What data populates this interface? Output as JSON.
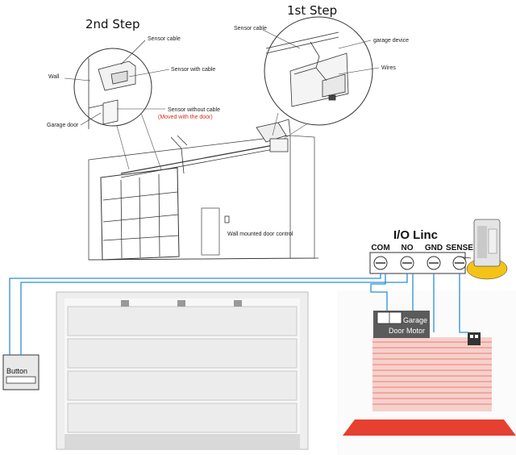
{
  "steps": {
    "step1": "1st Step",
    "step2": "2nd Step"
  },
  "detail_step2": {
    "sensor_cable": "Sensor cable",
    "sensor_with_cable": "Sensor with cable",
    "wall": "Wall",
    "garage_door": "Garage door",
    "sensor_without_cable": "Sensor without cable",
    "moved_with_door": "(Moved with the door)"
  },
  "detail_step1": {
    "sensor_cable": "Sensor cable",
    "garage_device": "garage device",
    "wires": "Wires"
  },
  "wall_control": "Wall mounted door control",
  "io_linc": {
    "title": "I/O Linc",
    "terminals": [
      "COM",
      "NO",
      "GND",
      "SENSE"
    ]
  },
  "button_label": "Button",
  "motor_label": [
    "Garage",
    "Door Motor"
  ],
  "colors": {
    "wire": "#2a8fd6",
    "accent_red": "#d42a1e",
    "sensor_highlight": "#f3c316",
    "motor_box": "#5b5b5b",
    "light_curtain": "#f1a7a0"
  }
}
